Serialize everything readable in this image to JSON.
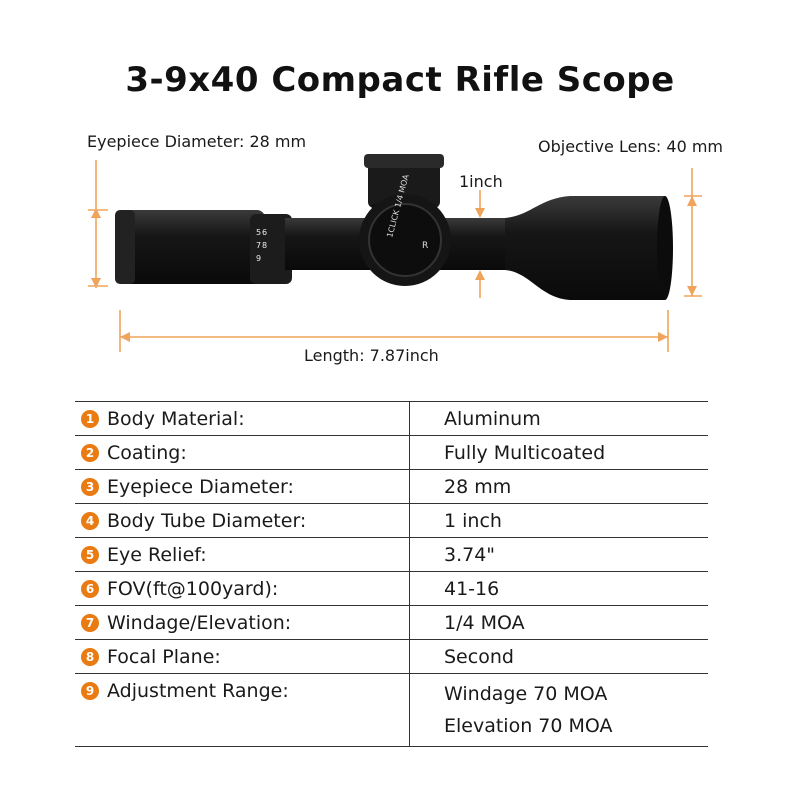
{
  "title": "3-9x40 Compact Rifle Scope",
  "diagram": {
    "eyepiece_label": "Eyepiece Diameter: 28 mm",
    "objective_label": "Objective Lens: 40 mm",
    "tube_label": "1inch",
    "length_label": "Length: 7.87inch"
  },
  "colors": {
    "bullet": "#ea7a12",
    "accent_arrow": "#f0a35a",
    "scope_body": "#141414"
  },
  "specs": [
    {
      "n": "1",
      "key": "Body Material:",
      "value": "Aluminum"
    },
    {
      "n": "2",
      "key": "Coating:",
      "value": "Fully Multicoated"
    },
    {
      "n": "3",
      "key": "Eyepiece Diameter:",
      "value": "28 mm"
    },
    {
      "n": "4",
      "key": "Body Tube Diameter:",
      "value": "1 inch"
    },
    {
      "n": "5",
      "key": "Eye Relief:",
      "value": "3.74\""
    },
    {
      "n": "6",
      "key": "FOV(ft@100yard):",
      "value": "41-16"
    },
    {
      "n": "7",
      "key": "Windage/Elevation:",
      "value": "1/4 MOA"
    },
    {
      "n": "8",
      "key": "Focal Plane:",
      "value": "Second"
    },
    {
      "n": "9",
      "key": "Adjustment Range:",
      "value": "Windage 70 MOA",
      "value2": "Elevation 70 MOA"
    }
  ]
}
